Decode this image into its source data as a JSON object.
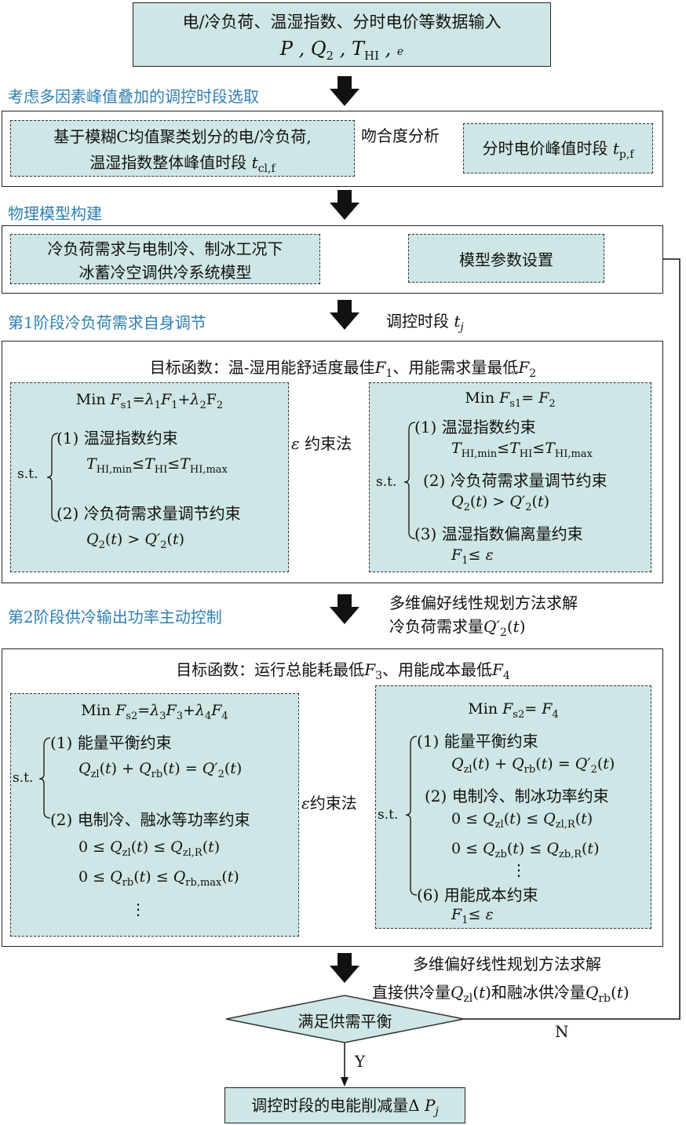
{
  "input": {
    "line1": "电/冷负荷、温湿指数、分时电价等数据输入",
    "line2": "P , Q₂ , T_HI , e"
  },
  "section1": {
    "title": "考虑多因素峰值叠加的调控时段选取",
    "left_line1": "基于模糊C均值聚类划分的电/冷负荷,",
    "left_line2": "温湿指数整体峰值时段 t_cl,f",
    "middle": "吻合度分析",
    "right": "分时电价峰值时段 t_p,f"
  },
  "section2": {
    "title": "物理模型构建",
    "left_line1": "冷负荷需求与电制冷、制冰工况下",
    "left_line2": "冰蓄冷空调供冷系统模型",
    "right": "模型参数设置"
  },
  "stage1": {
    "title": "第1阶段冷负荷需求自身调节",
    "side_note": "调控时段 t_j",
    "objective": "目标函数：温-湿用能舒适度最佳F₁、用能需求量最低F₂",
    "arrow_label": "ε 约束法",
    "left": {
      "formula": "Min F_s1=λ₁F₁+λ₂F₂",
      "st": "s.t.",
      "c1": "(1) 温湿指数约束",
      "c1_eq": "T_HI,min≤T_HI≤T_HI,max",
      "c2": "(2) 冷负荷需求量调节约束",
      "c2_eq": "Q₂(t) > Q′₂(t)"
    },
    "right": {
      "formula": "Min F_s1= F₂",
      "st": "s.t.",
      "c1": "(1) 温湿指数约束",
      "c1_eq": "T_HI,min≤T_HI≤T_HI,max",
      "c2": "(2) 冷负荷需求量调节约束",
      "c2_eq": "Q₂(t) > Q′₂(t)",
      "c3": "(3) 温湿指数偏离量约束",
      "c3_eq": "F₁≤ ε"
    },
    "solve_line1": "多维偏好线性规划方法求解",
    "solve_line2": "冷负荷需求量Q′₂(t)"
  },
  "stage2": {
    "title": "第2阶段供冷输出功率主动控制",
    "objective": "目标函数：运行总能耗最低F₃、用能成本最低F₄",
    "arrow_label": "ε约束法",
    "left": {
      "formula": "Min F_s2=λ₃F₃+λ₄F₄",
      "st": "s.t.",
      "c1": "(1) 能量平衡约束",
      "c1_eq": "Q_zl(t) + Q_rb(t) = Q′₂(t)",
      "c2": "(2) 电制冷、融冰等功率约束",
      "c2_eq1": "0 ≤ Q_zl(t) ≤ Q_zl,R(t)",
      "c2_eq2": "0 ≤ Q_rb(t) ≤ Q_rb,max(t)",
      "dots": "⋮"
    },
    "right": {
      "formula": "Min F_s2= F₄",
      "st": "s.t.",
      "c1": "(1) 能量平衡约束",
      "c1_eq": "Q_zl(t) + Q_rb(t) = Q′₂(t)",
      "c2": "(2) 电制冷、制冰功率约束",
      "c2_eq1": "0 ≤ Q_zl(t) ≤ Q_zl,R(t)",
      "c2_eq2": "0 ≤ Q_zb(t) ≤ Q_zb,R(t)",
      "dots": "⋮",
      "c6": "(6) 用能成本约束",
      "c6_eq": "F₁≤ ε"
    },
    "solve_line1": "多维偏好线性规划方法求解",
    "solve_line2": "直接供冷量Q_zl(t)和融冰供冷量Q_rb(t)"
  },
  "decision": {
    "label": "满足供需平衡",
    "yes": "Y",
    "no": "N"
  },
  "output": {
    "label": "调控时段的电能削减量Δ P_j"
  }
}
